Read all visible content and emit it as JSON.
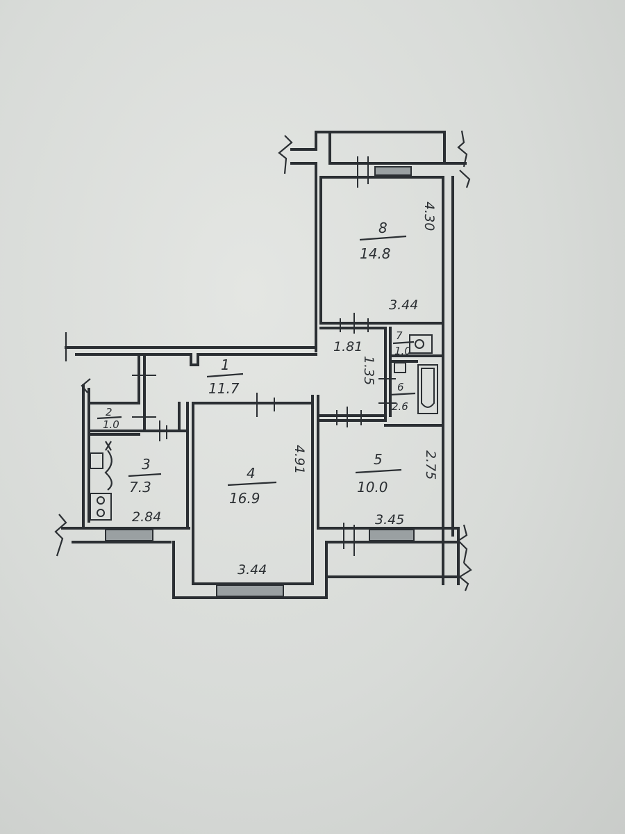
{
  "rooms": [
    {
      "number": "1",
      "area": "11.7"
    },
    {
      "number": "2",
      "area": "1.0"
    },
    {
      "number": "3",
      "area": "7.3"
    },
    {
      "number": "4",
      "area": "16.9"
    },
    {
      "number": "5",
      "area": "10.0"
    },
    {
      "number": "6",
      "area": "2.6"
    },
    {
      "number": "7",
      "area": "1.0"
    },
    {
      "number": "8",
      "area": "14.8"
    }
  ],
  "dimensions": {
    "room8_length": "4.30",
    "room8_width": "3.44",
    "corridor_width": "1.81",
    "bath_length": "1.35",
    "room4_length": "4.91",
    "room4_width": "3.44",
    "room5_length": "2.75",
    "room5_width": "3.45",
    "kitchen_width": "2.84"
  },
  "colors": {
    "ink": "#2b2f33",
    "paper": "#d9dcd9"
  }
}
